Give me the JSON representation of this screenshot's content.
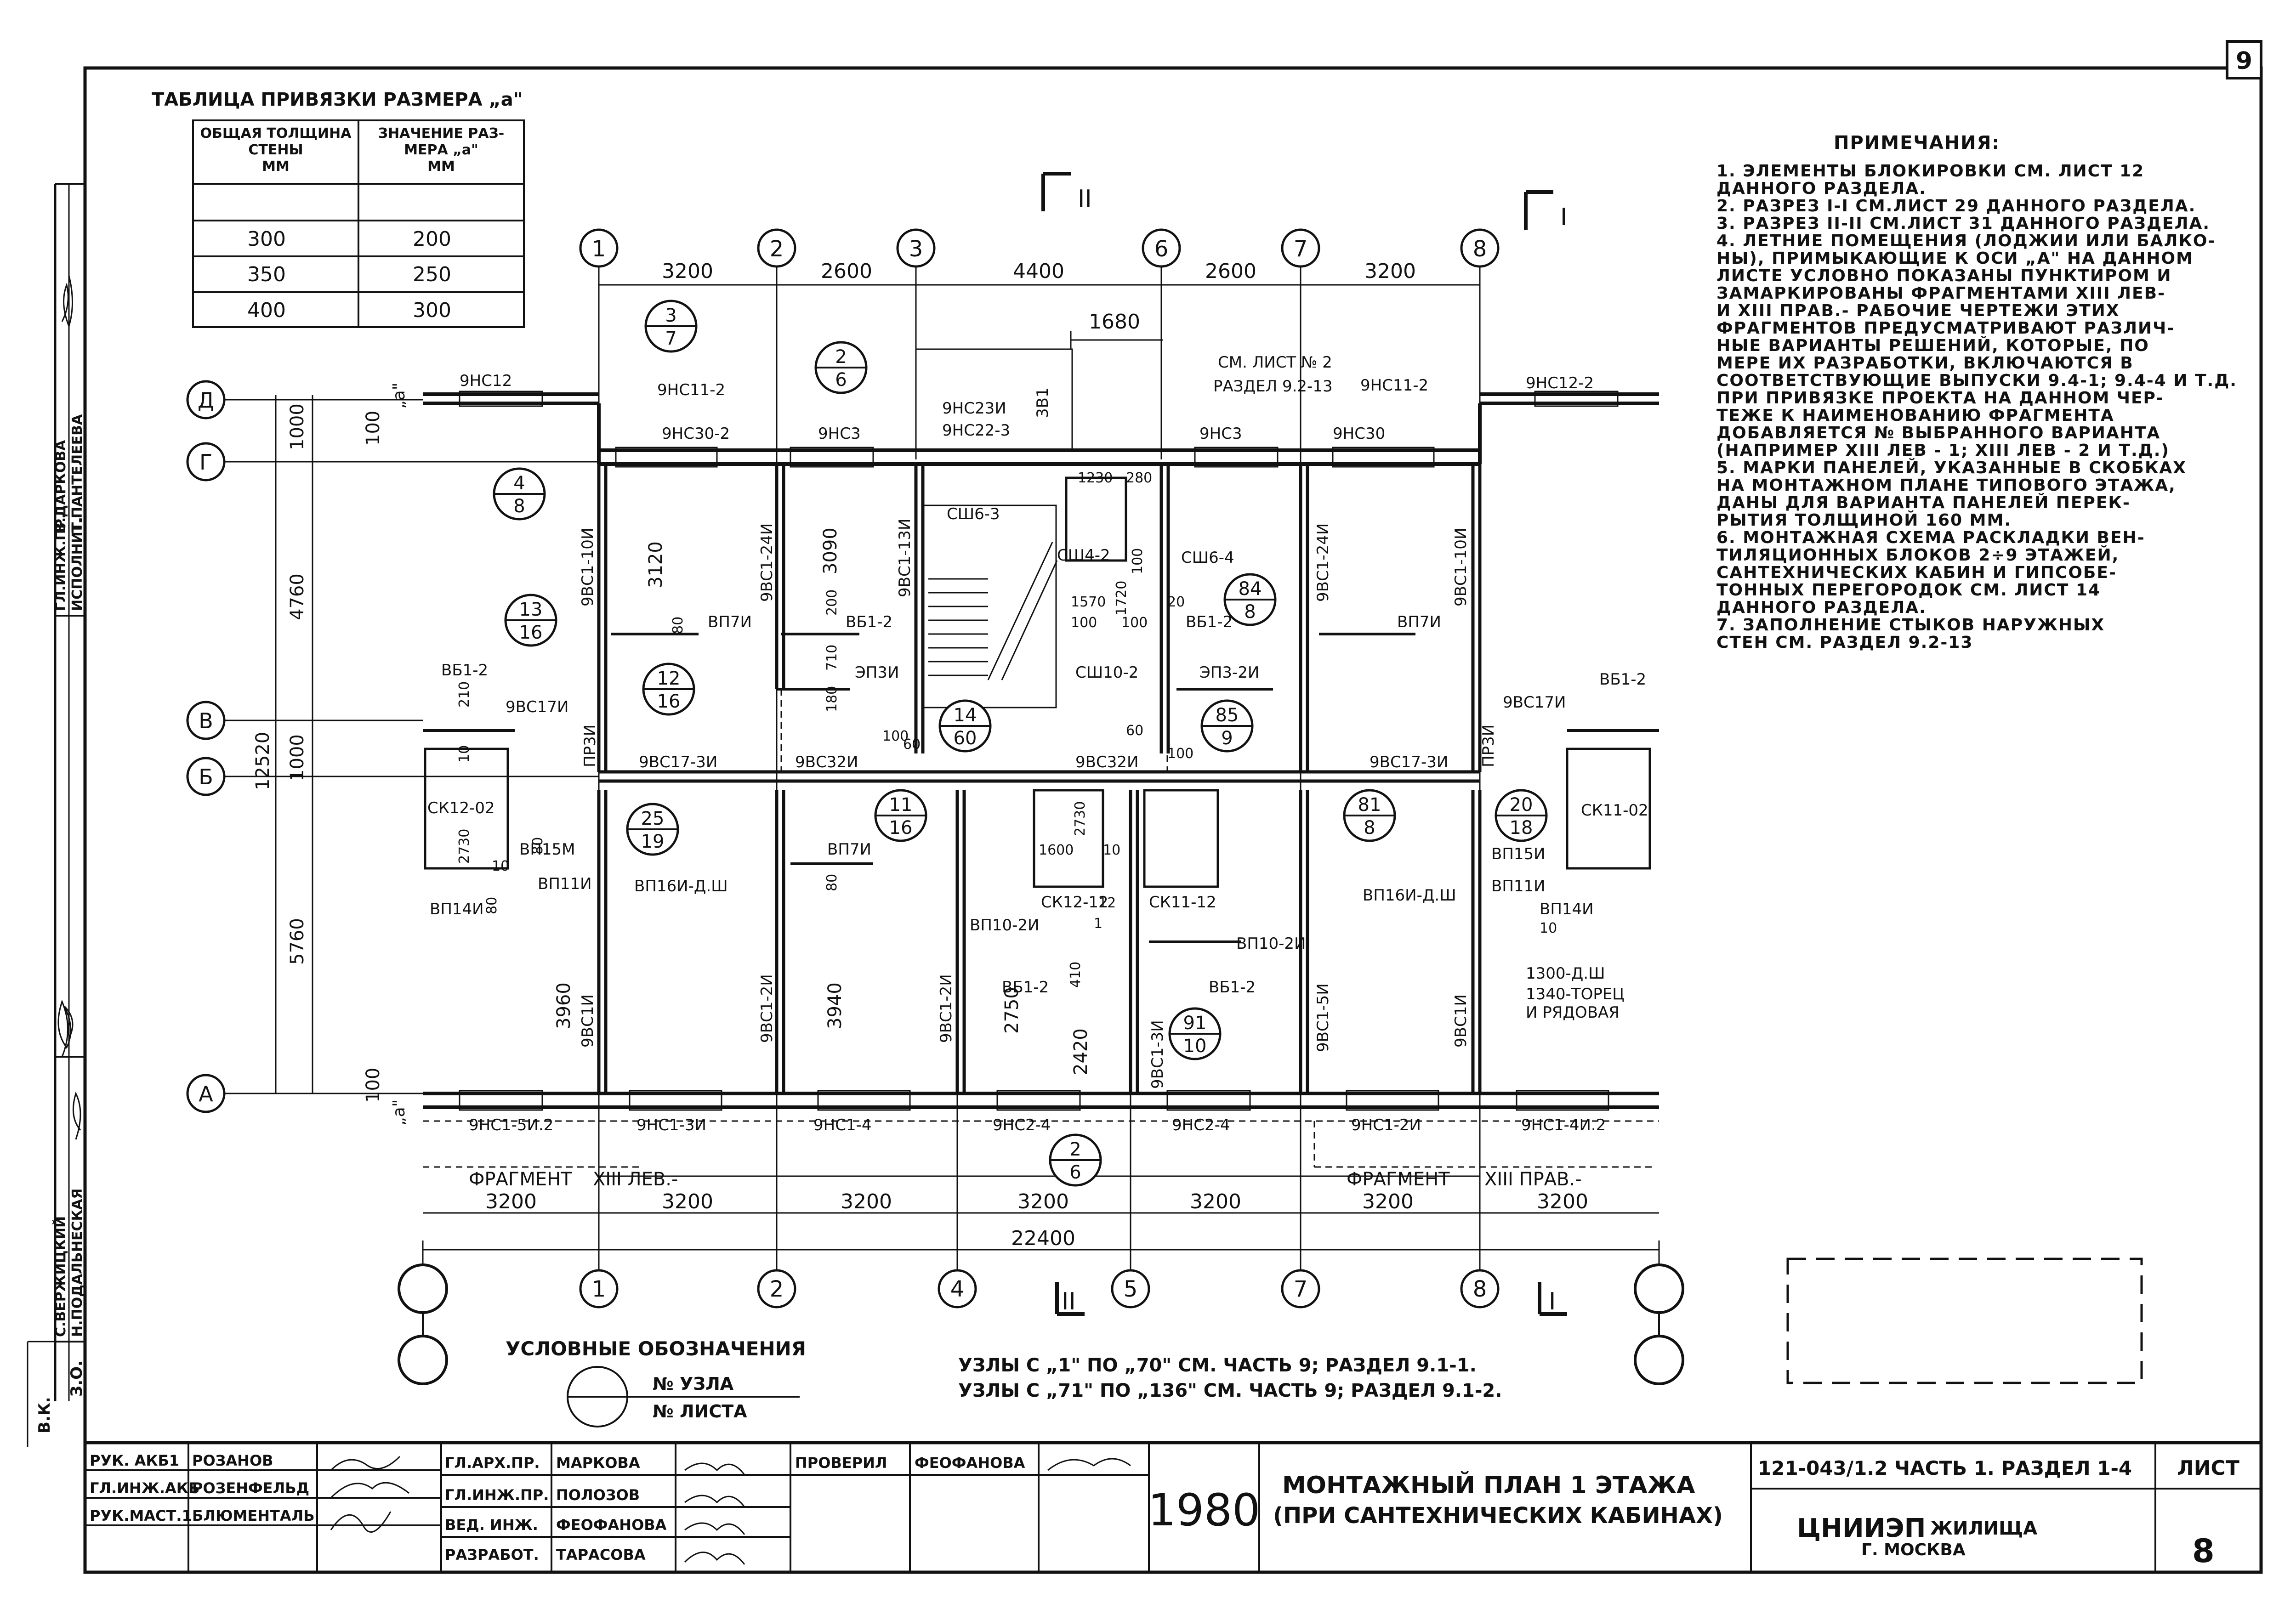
{
  "sheet_corner": "9",
  "binding_table": {
    "title": "ТАБЛИЦА ПРИВЯЗКИ РАЗМЕРА „а\"",
    "header": [
      "ОБЩАЯ ТОЛЩИНА СТЕНЫ ММ",
      "ЗНАЧЕНИЕ РАЗМЕРА „а\" ММ"
    ],
    "rows": [
      [
        "300",
        "200"
      ],
      [
        "350",
        "250"
      ],
      [
        "400",
        "300"
      ]
    ]
  },
  "notes": {
    "title": "ПРИМЕЧАНИЯ:",
    "lines": [
      "1. ЭЛЕМЕНТЫ БЛОКИРОВКИ СМ. ЛИСТ 12",
      "   ДАННОГО РАЗДЕЛА.",
      "2. РАЗРЕЗ I-I СМ.ЛИСТ 29 ДАННОГО РАЗДЕЛА.",
      "3. РАЗРЕЗ II-II СМ.ЛИСТ 31 ДАННОГО РАЗДЕЛА.",
      "4. ЛЕТНИЕ ПОМЕЩЕНИЯ (ЛОДЖИИ ИЛИ БАЛКО-",
      "   НЫ), ПРИМЫКАЮЩИЕ К ОСИ „А\" НА ДАННОМ",
      "   ЛИСТЕ УСЛОВНО ПОКАЗАНЫ ПУНКТИРОМ И",
      "   ЗАМАРКИРОВАНЫ ФРАГМЕНТАМИ XIII ЛЕВ-",
      "   И XIII ПРАВ.- РАБОЧИЕ ЧЕРТЕЖИ ЭТИХ",
      "   ФРАГМЕНТОВ ПРЕДУСМАТРИВАЮТ РАЗЛИЧ-",
      "   НЫЕ ВАРИАНТЫ РЕШЕНИЙ, КОТОРЫЕ, ПО",
      "   МЕРЕ ИХ РАЗРАБОТКИ, ВКЛЮЧАЮТСЯ В",
      "   СООТВЕТСТВУЮЩИЕ ВЫПУСКИ 9.4-1; 9.4-4 И Т.Д.",
      "   ПРИ ПРИВЯЗКЕ ПРОЕКТА НА ДАННОМ ЧЕР-",
      "   ТЕЖЕ К НАИМЕНОВАНИЮ ФРАГМЕНТА",
      "   ДОБАВЛЯЕТСЯ № ВЫБРАННОГО ВАРИАНТА",
      "   (НАПРИМЕР XIII ЛЕВ - 1; XIII ЛЕВ - 2 И Т.Д.)",
      "5. МАРКИ ПАНЕЛЕЙ, УКАЗАННЫЕ В СКОБКАХ",
      "   НА МОНТАЖНОМ ПЛАНЕ ТИПОВОГО ЭТАЖА,",
      "   ДАНЫ ДЛЯ ВАРИАНТА ПАНЕЛЕЙ ПЕРЕК-",
      "   РЫТИЯ ТОЛЩИНОЙ 160 ММ.",
      "6. МОНТАЖНАЯ СХЕМА РАСКЛАДКИ ВЕН-",
      "   ТИЛЯЦИОННЫХ БЛОКОВ 2÷9 ЭТАЖЕЙ,",
      "   САНТЕХНИЧЕСКИХ КАБИН И ГИПСОБЕ-",
      "   ТОННЫХ ПЕРЕГОРОДОК СМ. ЛИСТ 14",
      "   ДАННОГО РАЗДЕЛА.",
      "7. ЗАПОЛНЕНИЕ СТЫКОВ НАРУЖНЫХ",
      "   СТЕН СМ. РАЗДЕЛ 9.2-13"
    ]
  },
  "axes_top": [
    "1",
    "2",
    "3",
    "6",
    "7",
    "8"
  ],
  "axes_bottom": [
    "1",
    "2",
    "4",
    "5",
    "7",
    "8"
  ],
  "axes_rows": [
    "Д",
    "Г",
    "В",
    "Б",
    "А"
  ],
  "dims_top": [
    "3200",
    "2600",
    "4400",
    "2600",
    "3200"
  ],
  "dims_bottom": [
    "3200",
    "3200",
    "3200",
    "3200",
    "3200",
    "3200",
    "3200"
  ],
  "dim_total": "22400",
  "dims_left": [
    "1000",
    "4760",
    "1000",
    "5760",
    "12520",
    "100",
    "100",
    "3120",
    "3960",
    "3090",
    "3940",
    "2750",
    "2420"
  ],
  "section_marks": [
    "I",
    "II"
  ],
  "dim_1680": "1680",
  "fragments": [
    "ФРАГМЕНТ",
    "XIII ЛЕВ.-",
    "ФРАГМЕНТ",
    "XIII ПРАВ.-"
  ],
  "panel_labels": [
    "9НС12",
    "9НС11-2",
    "9НС30-2",
    "9НС3",
    "9НС23И",
    "9НС22-3",
    "9НС3",
    "9НС30",
    "9НС11-2",
    "9НС12-2",
    "9ВС1-10И",
    "9ВС1-24И",
    "9ВС1-13И",
    "9ВС1-24И",
    "9ВС1-10И",
    "ВП7И",
    "ВБ1-2",
    "ЭП3И",
    "СШ6-3",
    "СШ4-2",
    "СШ6-4",
    "СШ10-2",
    "ЭП3-2И",
    "ВБ1-2",
    "ВП7И",
    "ВБ1-2",
    "9ВС17И",
    "9ВС17-3И",
    "9ВС32И",
    "9ВС32И",
    "9ВС17-3И",
    "9ВС17И",
    "ВБ1-2",
    "СК12-02",
    "ВП15М",
    "ВП11И",
    "ВП14И",
    "ВП16И-Д.Ш",
    "ВП7И",
    "СК12-12",
    "СК11-12",
    "СК11-02",
    "ВП10-2И",
    "ВП10-2И",
    "ВБ1-2",
    "ВБ1-2",
    "ВП16И-Д.Ш",
    "ВП15И",
    "ВП11И",
    "ВП14И",
    "9ВС1И",
    "9ВС1-2И",
    "9ВС1-2И",
    "9ВС1-3И",
    "9ВС1-5И",
    "9ВС1И",
    "9НС1-5И.2",
    "9НС1-3И",
    "9НС1-4",
    "9НС2-4",
    "9НС2-4",
    "9НС1-2И",
    "9НС1-4И.2",
    "ПР3И",
    "ПР3И",
    "1300-Д.Ш",
    "1340-ТОРЕЦ",
    "И РЯДОВАЯ",
    "СМ. ЛИСТ № 2",
    "РАЗДЕЛ 9.2-13",
    "3В1"
  ],
  "small_dims": [
    "1230",
    "280",
    "1570",
    "1720",
    "100",
    "100",
    "100",
    "20",
    "200",
    "710",
    "180",
    "80",
    "210",
    "10",
    "2730",
    "80",
    "10",
    "80",
    "1600",
    "12",
    "2730",
    "10",
    "410",
    "1",
    "80",
    "10",
    "60",
    "60",
    "100",
    "100"
  ],
  "node_circles": [
    [
      "3",
      "7"
    ],
    [
      "2",
      "6"
    ],
    [
      "4",
      "8"
    ],
    [
      "13",
      "16"
    ],
    [
      "12",
      "16"
    ],
    [
      "84",
      "8"
    ],
    [
      "14",
      "60"
    ],
    [
      "85",
      "9"
    ],
    [
      "25",
      "19"
    ],
    [
      "11",
      "16"
    ],
    [
      "81",
      "8"
    ],
    [
      "20",
      "18"
    ],
    [
      "91",
      "10"
    ],
    [
      "2",
      "6"
    ]
  ],
  "legend": {
    "title": "УСЛОВНЫЕ ОБОЗНАЧЕНИЯ",
    "top": "№ УЗЛА",
    "bottom": "№ ЛИСТА"
  },
  "nodes_ref": [
    "УЗЛЫ С „1\" ПО „70\" СМ. ЧАСТЬ 9; РАЗДЕЛ 9.1-1.",
    "УЗЛЫ С „71\" ПО „136\" СМ. ЧАСТЬ 9; РАЗДЕЛ 9.1-2."
  ],
  "left_strip": [
    "ГЛ.ИНЖ.ПР.",
    "В.ДАРКОВА",
    "ИСПОЛНИТ.",
    "Т.ПАНТЕЛЕЕВА",
    "С.ВЕРЖИЦКИЙ",
    "Н.ПОДАЛЬНЕСКАЯ",
    "В.К.",
    "З.О."
  ],
  "title_block": {
    "people": [
      [
        "РУК. АКБ1",
        "РОЗАНОВ"
      ],
      [
        "ГЛ.ИНЖ.АКБ",
        "РОЗЕНФЕЛЬД"
      ],
      [
        "РУК.МАСТ.1",
        "БЛЮМЕНТАЛЬ"
      ]
    ],
    "people2": [
      [
        "ГЛ.АРХ.ПР.",
        "МАРКОВА"
      ],
      [
        "ГЛ.ИНЖ.ПР.",
        "ПОЛОЗОВ"
      ],
      [
        "ВЕД. ИНЖ.",
        "ФЕОФАНОВА"
      ],
      [
        "РАЗРАБОТ.",
        "ТАРАСОВА"
      ]
    ],
    "check_label": "ПРОВЕРИЛ",
    "check_name": "ФЕОФАНОВА",
    "year": "1980",
    "title": [
      "МОНТАЖНЫЙ ПЛАН 1 ЭТАЖА",
      "(ПРИ САНТЕХНИЧЕСКИХ КАБИНАХ)"
    ],
    "code": "121-043/1.2 ЧАСТЬ 1. РАЗДЕЛ 1-4",
    "org": "ЦНИИЭП",
    "org2": "ЖИЛИЩА",
    "city": "Г. МОСКВА",
    "sheet_label": "ЛИСТ",
    "sheet_num": "8"
  }
}
